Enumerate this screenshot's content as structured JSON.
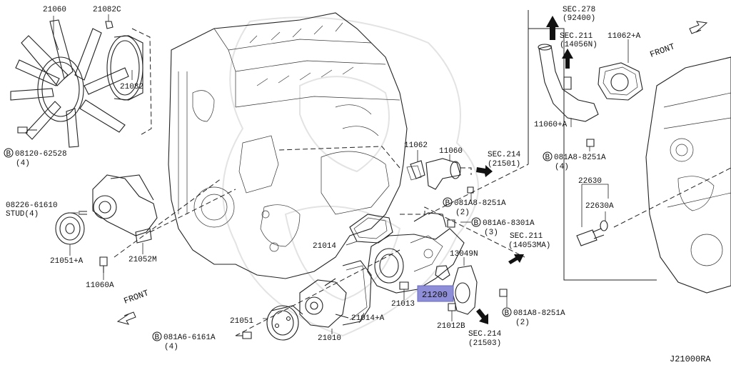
{
  "diagram_code": "J21000RA",
  "highlight_color": "#8e8ed8",
  "highlighted_part": "21200",
  "front_label": "FRONT",
  "parts": {
    "p21060": "21060",
    "p21082c": "21082C",
    "p21082": "21082",
    "p08120": "08120-62528",
    "p08120_qty": "(4)",
    "p08226": "08226-61610",
    "p_stud": "STUD(4)",
    "p21051a": "21051+A",
    "p21052m": "21052M",
    "p11060a": "11060A",
    "p21051": "21051",
    "p081a6_6161a": "081A6-6161A",
    "p081a6_6161a_qty": "(4)",
    "p21010": "21010",
    "p21014a": "21014+A",
    "p21014": "21014",
    "p21013": "21013",
    "p21200": "21200",
    "p21012b": "21012B",
    "p13049n": "13049N",
    "p11062": "11062",
    "p11060": "11060",
    "p081a8_8251a_1": "081A8-8251A",
    "p081a8_8251a_1_qty": "(2)",
    "p081a6_8301a": "081A6-8301A",
    "p081a6_8301a_qty": "(3)",
    "p081a8_8251a_2": "081A8-8251A",
    "p081a8_8251a_2_qty": "(2)",
    "p11062a": "11062+A",
    "p11060a_plus": "11060+A",
    "p081a8_8251a_3": "081A8-8251A",
    "p081a8_8251a_3_qty": "(4)",
    "p22630": "22630",
    "p22630a": "22630A"
  },
  "sections": {
    "sec278": "SEC.278",
    "sec278_ref": "(92400)",
    "sec211_top": "SEC.211",
    "sec211_top_ref": "(14056N)",
    "sec214_top": "SEC.214",
    "sec214_top_ref": "(21501)",
    "sec211_mid": "SEC.211",
    "sec211_mid_ref": "(14053MA)",
    "sec214_bot": "SEC.214",
    "sec214_bot_ref": "(21503)"
  },
  "icons": {
    "bolt_marker": "circled-b-icon"
  }
}
